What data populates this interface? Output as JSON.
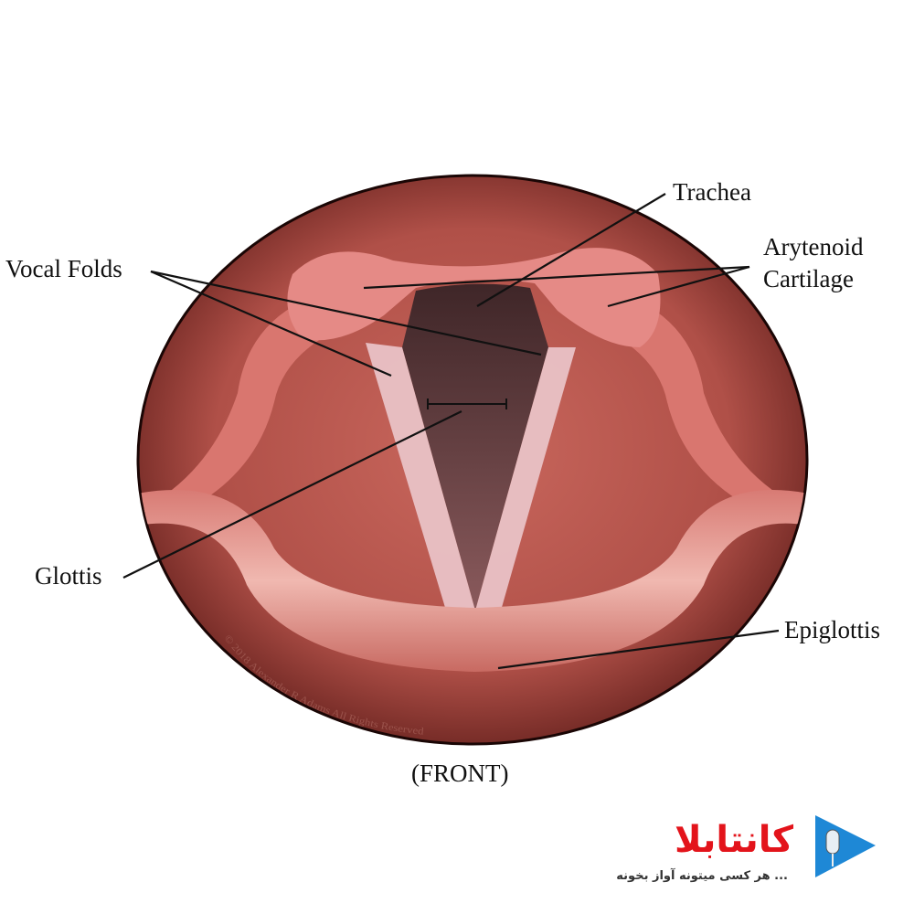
{
  "labels": {
    "trachea": "Trachea",
    "arytenoid_line1": "Arytenoid",
    "arytenoid_line2": "Cartilage",
    "vocal_folds": "Vocal Folds",
    "glottis": "Glottis",
    "epiglottis": "Epiglottis",
    "front": "(FRONT)"
  },
  "watermark": "© 2018 Alexander R Adams All Rights Reserved",
  "logo": {
    "brand": "کانتابلا",
    "tagline": "هر کسی میتونه آواز بخونه ...",
    "brand_color": "#e3141b",
    "play_color": "#1e88d6"
  },
  "colors": {
    "tissue": "#b9574f",
    "rim": "#5a1a16",
    "cartilage": "#e58a86",
    "trachea": "#4a2e30"
  }
}
